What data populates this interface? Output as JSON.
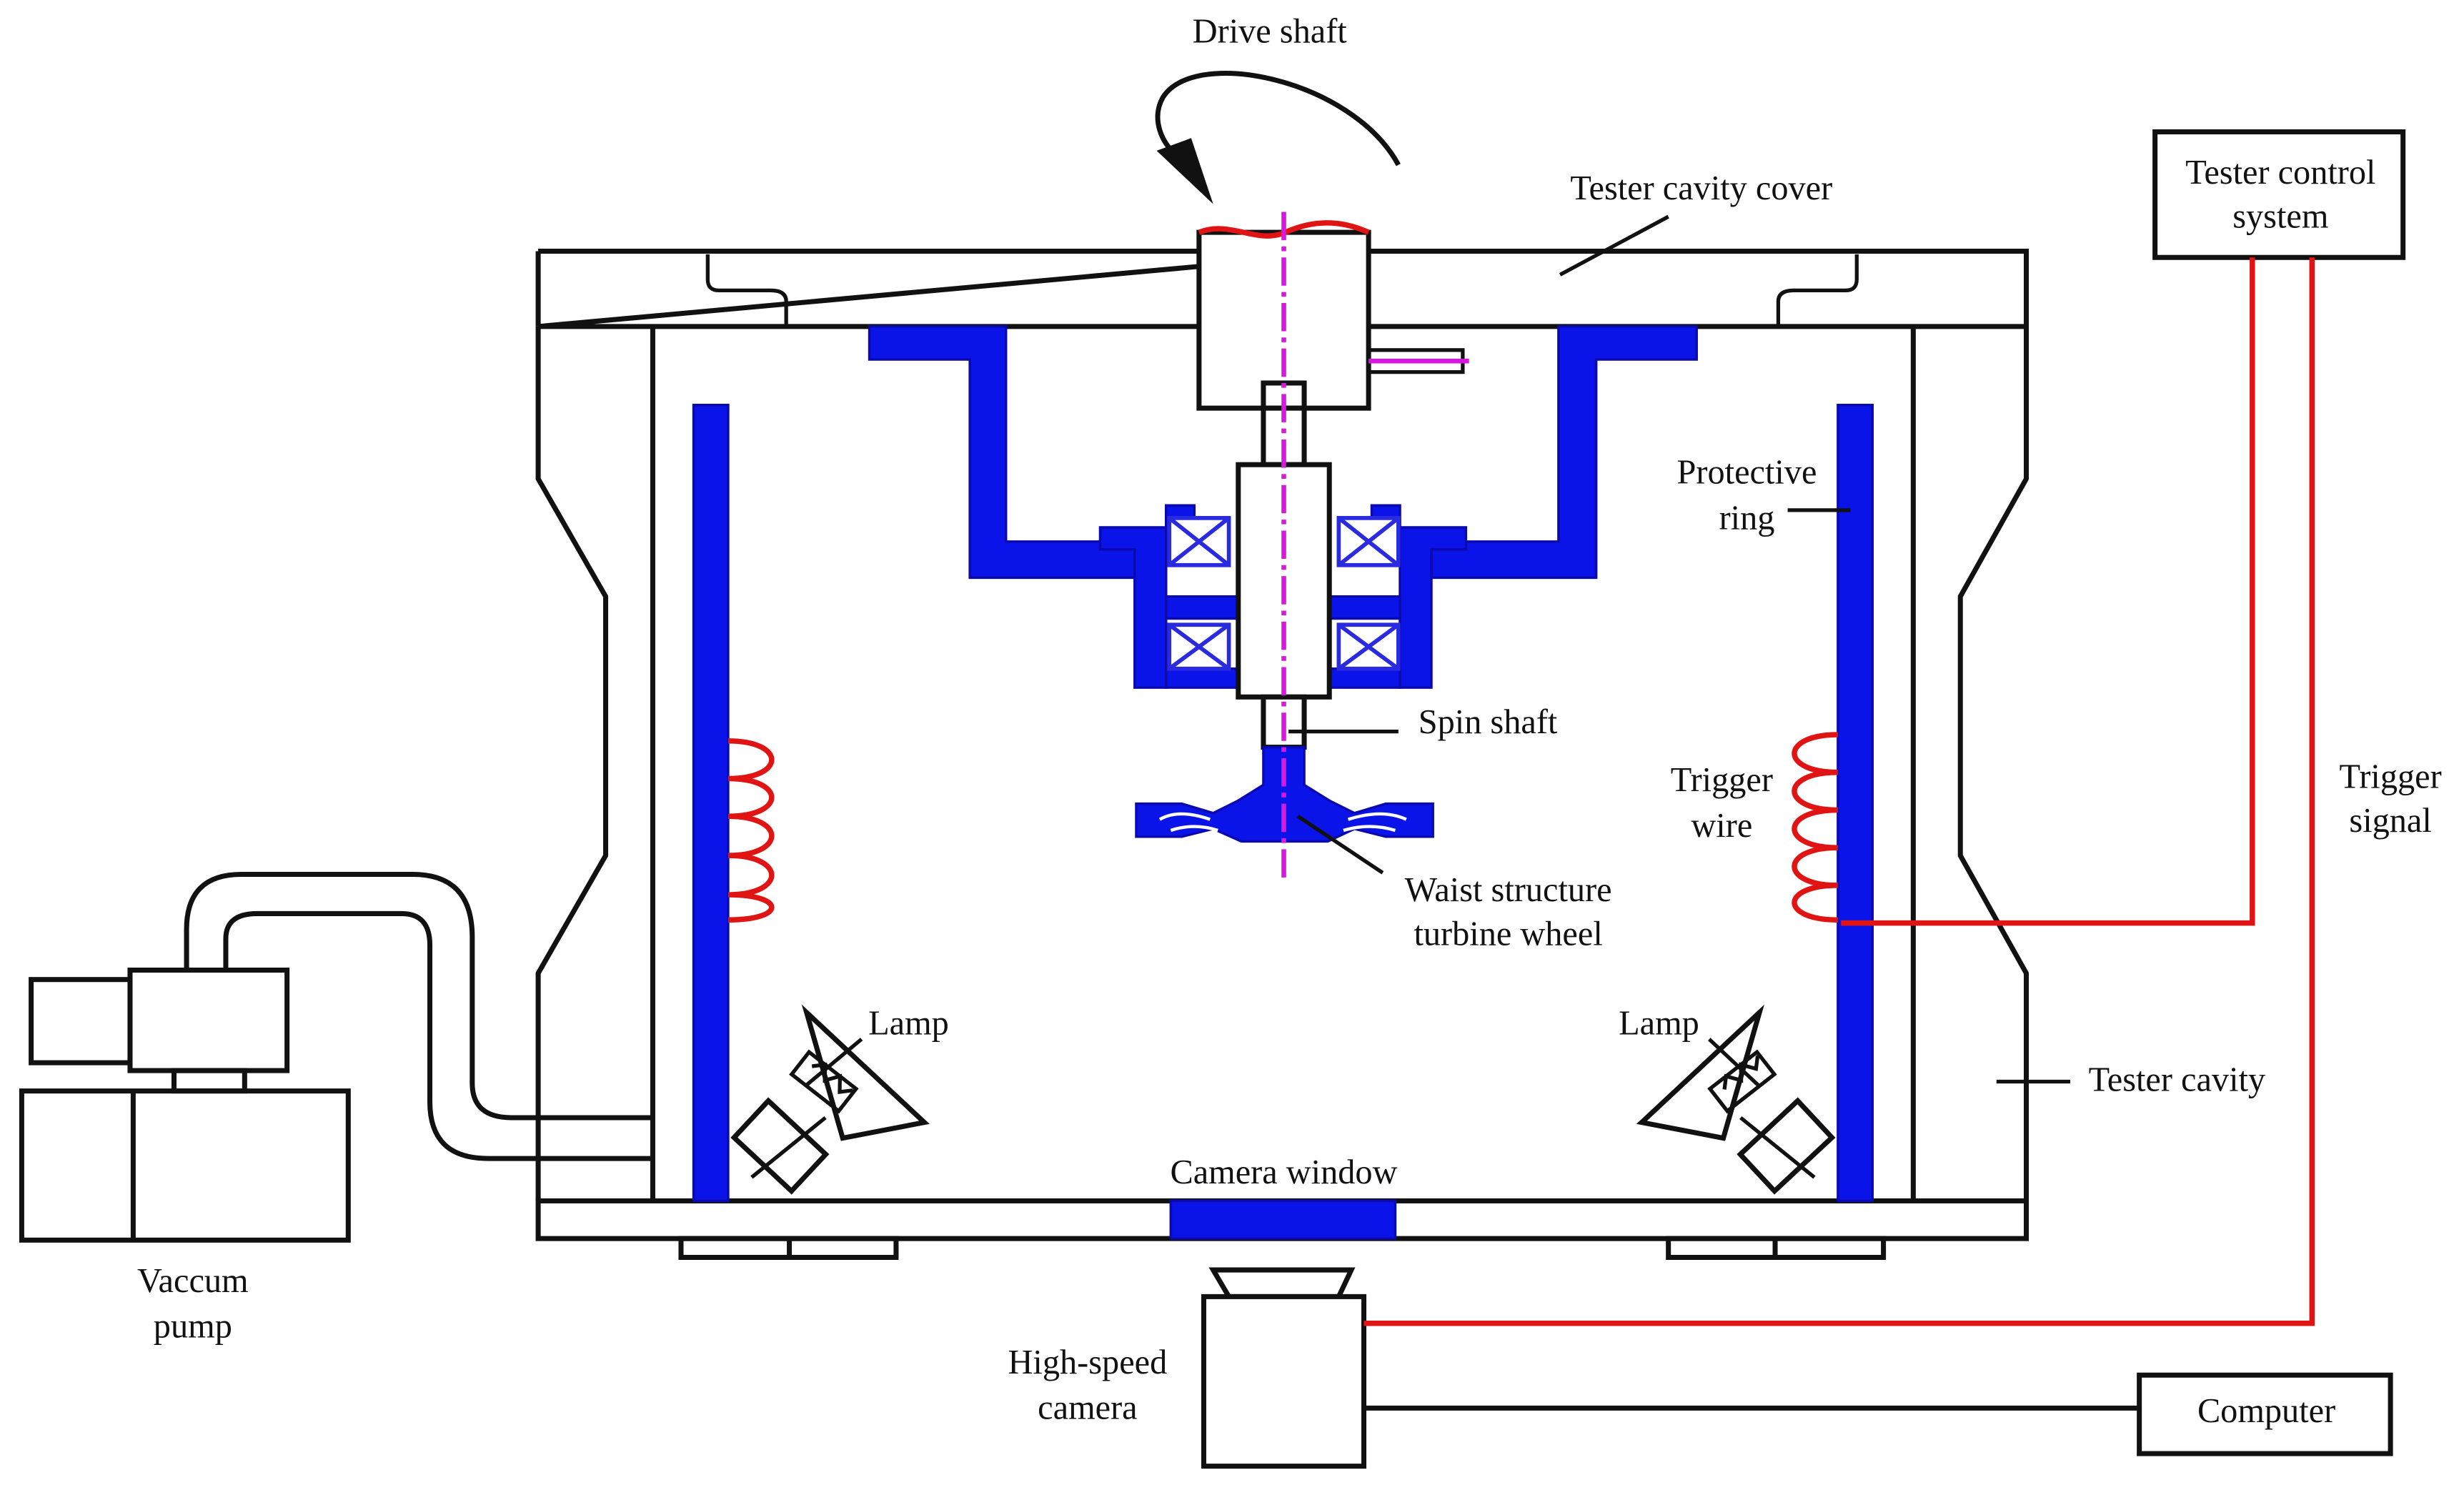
{
  "labels": {
    "drive_shaft": "Drive shaft",
    "tester_cavity_cover": "Tester cavity cover",
    "tester_control_system_1": "Tester control",
    "tester_control_system_2": "system",
    "protective_ring_1": "Protective",
    "protective_ring_2": "ring",
    "spin_shaft": "Spin shaft",
    "trigger_wire_1": "Trigger",
    "trigger_wire_2": "wire",
    "trigger_signal_1": "Trigger",
    "trigger_signal_2": "signal",
    "waist_structure_1": "Waist structure",
    "waist_structure_2": "turbine wheel",
    "lamp_left": "Lamp",
    "lamp_right": "Lamp",
    "tester_cavity": "Tester cavity",
    "camera_window": "Camera window",
    "vacuum_pump_1": "Vaccum",
    "vacuum_pump_2": "pump",
    "high_speed_camera_1": "High-speed",
    "high_speed_camera_2": "camera",
    "computer": "Computer"
  },
  "colors": {
    "component_blue": "#0a14e8",
    "signal_red": "#e11414",
    "axis_magenta": "#d61adb",
    "line_black": "#111111"
  }
}
